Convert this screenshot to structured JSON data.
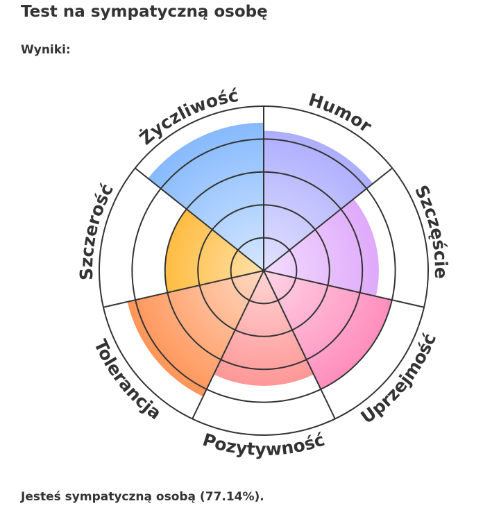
{
  "title": "Test na sympatyczną osobę",
  "subtitle": "Wyniki:",
  "result_text": "Jesteś sympatyczną osobą (77.14%).",
  "chart_data": {
    "type": "polar-area",
    "scale_max": 5,
    "ring_levels": [
      1,
      2,
      3,
      4,
      5
    ],
    "categories": [
      "Humor",
      "Szczęście",
      "Uprzejmość",
      "Pozytywność",
      "Tolerancja",
      "Szczerość",
      "Życzliwość"
    ],
    "values": [
      4.25,
      3.5,
      4.0,
      3.5,
      4.25,
      3.0,
      4.5
    ],
    "colors": [
      "#a6a6ff",
      "#d896fa",
      "#ff7fb4",
      "#ff7f7f",
      "#ff8c4a",
      "#ffa500",
      "#80b6fd"
    ]
  }
}
